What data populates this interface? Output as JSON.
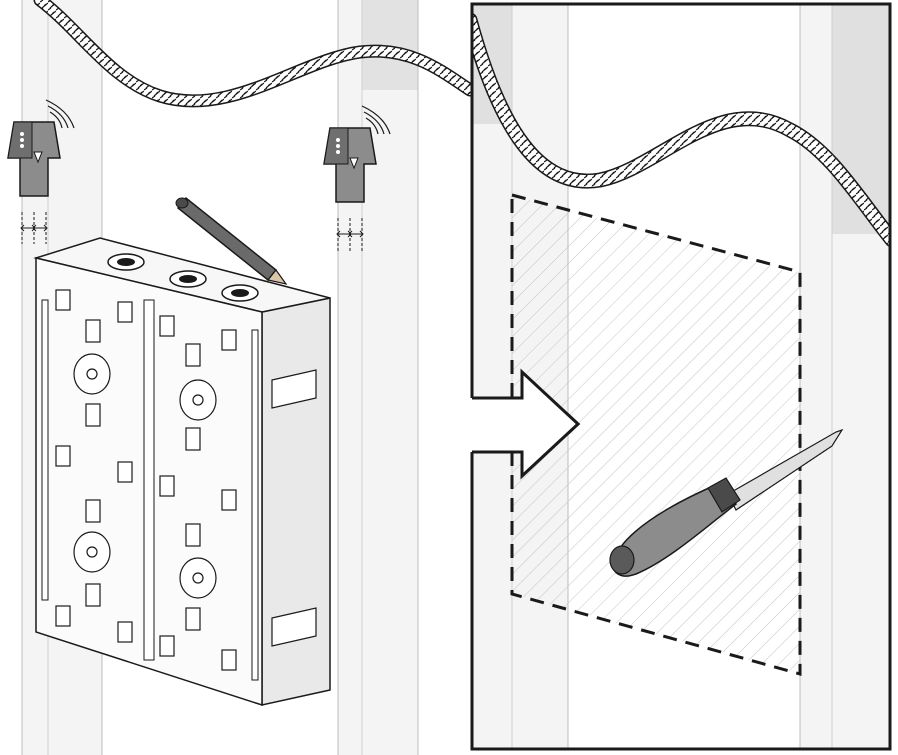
{
  "figure": {
    "kind": "installation-illustration",
    "panels": [
      "overview",
      "detail-callout"
    ],
    "tools": [
      "stud-finder-icon",
      "pencil-icon",
      "drywall-saw-icon"
    ],
    "colors": {
      "line": "#1a1a1a",
      "stud_fill": "#f2f2f2",
      "stud_shadow": "#d9d9d9",
      "tool_grey": "#8c8c8c",
      "tool_dark": "#4a4a4a",
      "hatch": "#bdbdbd"
    }
  }
}
